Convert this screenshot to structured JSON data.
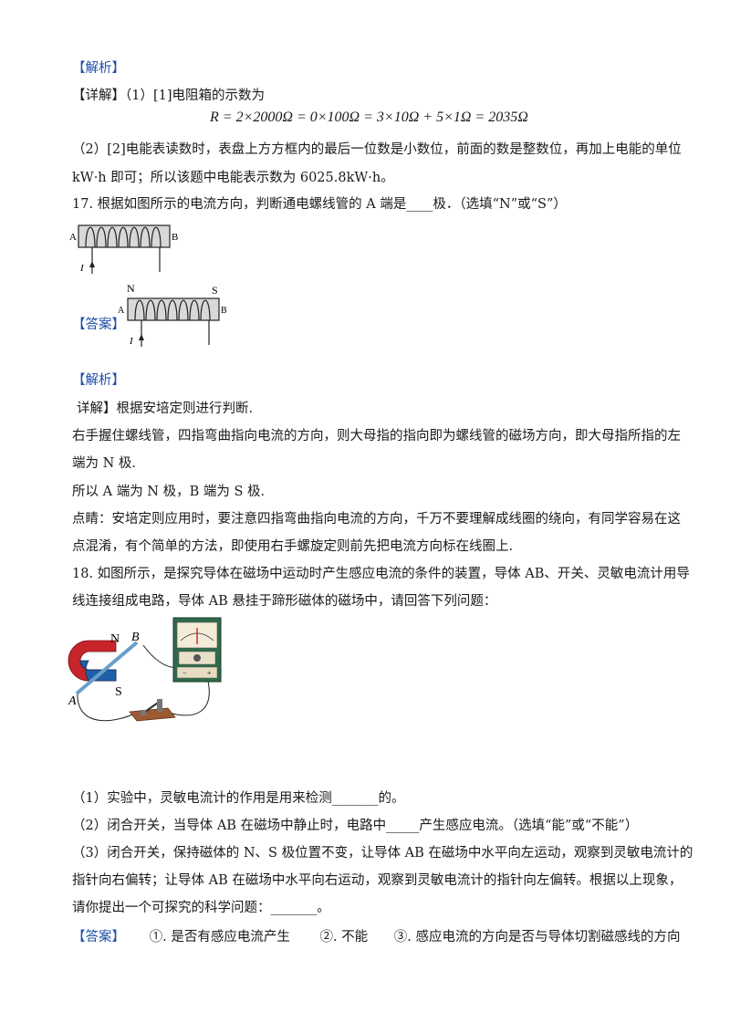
{
  "section1": {
    "jiexi_tag": "【解析】",
    "detail_prefix": "【详解】",
    "detail_text": "（1）[1]电阻箱的示数为",
    "formula": "R = 2×2000Ω = 0×100Ω = 3×10Ω + 5×1Ω = 2035Ω",
    "line2": "（2）[2]电能表读数时，表盘上方方框内的最后一位数是小数位，前面的数是整数位，再加上电能的单位",
    "line3": "kW·h 即可；所以该题中电能表示数为 6025.8kW·h。"
  },
  "q17": {
    "question": "17. 根据如图所示的电流方向，判断通电螺线管的 A 端是____极．（选填“N”或“S”）",
    "fig_label_A": "A",
    "fig_label_B": "B",
    "fig_label_I": "I",
    "answer_tag": "【答案】",
    "ans_label_N": "N",
    "ans_label_S": "S",
    "ans_label_A": "A",
    "ans_label_B": "B",
    "ans_label_I": "I",
    "jiexi_tag": "【解析】",
    "line1": "详解】根据安培定则进行判断.",
    "line2": "右手握住螺线管，四指弯曲指向电流的方向，则大母指的指向即为螺线管的磁场方向，即大母指所指的左",
    "line3": "端为 N 极.",
    "line4": "所以 A 端为 N 极，B 端为 S 极.",
    "line5": "点睛：安培定则应用时，要注意四指弯曲指向电流的方向，千万不要理解成线圈的绕向，有同学容易在这",
    "line6": "点混淆，有个简单的方法，即使用右手螺旋定则前先把电流方向标在线圈上."
  },
  "q18": {
    "line1": "18. 如图所示，是探究导体在磁场中运动时产生感应电流的条件的装置，导体 AB、开关、灵敏电流计用导",
    "line2": "线连接组成电路，导体 AB 悬挂于蹄形磁体的磁场中，请回答下列问题：",
    "fig_label_N": "N",
    "fig_label_S": "S",
    "fig_label_A": "A",
    "fig_label_B": "B",
    "sub1": "（1）实验中，灵敏电流计的作用是用来检测_______的。",
    "sub2": "（2）闭合开关，当导体 AB 在磁场中静止时，电路中_____产生感应电流。（选填“能”或“不能”）",
    "sub3a": "（3）闭合开关，保持磁体的 N、S 极位置不变，让导体 AB 在磁场中水平向左运动，观察到灵敏电流计的",
    "sub3b": "指针向右偏转；让导体 AB 在磁场中水平向右运动，观察到灵敏电流计的指针向左偏转。根据以上现象，",
    "sub3c": "请你提出一个可探究的科学问题：_______。",
    "answer_tag": "【答案】",
    "ans1": "①. 是否有感应电流产生",
    "ans2": "②. 不能",
    "ans3": "③. 感应电流的方向是否与导体切割磁感线的方向"
  }
}
